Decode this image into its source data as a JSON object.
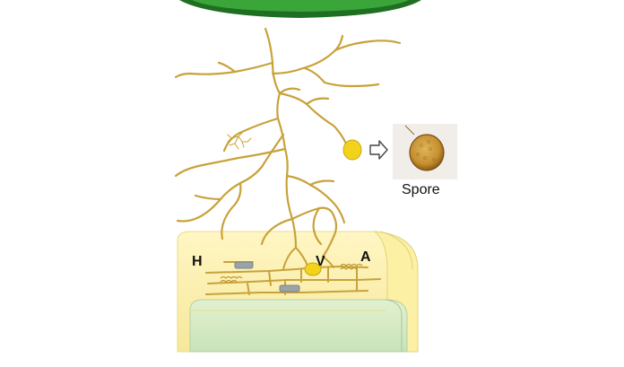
{
  "labels": {
    "hyphae": "H",
    "vesicle": "V",
    "arbuscule": "A",
    "spore": "Spore"
  },
  "colors": {
    "hypha": "#c8a23a",
    "hypha_dark": "#a88322",
    "vesicle_fill": "#f2d21a",
    "root_tissue": "#fbf1a8",
    "root_outline": "#e6d77e",
    "stele": "#d6ecc7",
    "banner_green": "#2d8a2d",
    "spore_body": "#c99738",
    "spore_panel": "#f1eeea"
  },
  "icons": {
    "arrow": "hollow-right-arrow-icon"
  }
}
